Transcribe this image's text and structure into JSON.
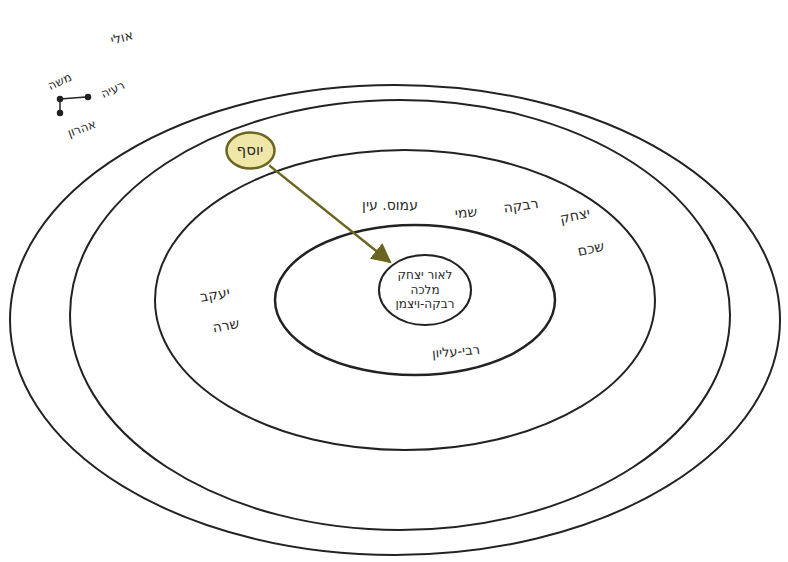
{
  "diagram": {
    "nodes": [
      {
        "text": [
          "יוסף"
        ]
      },
      {
        "text": [
          "לאור יצחק",
          "מלכה",
          "רבקה-ויצמן"
        ]
      }
    ],
    "edges": [
      {
        "from": 0,
        "to": 1,
        "arrow": "to"
      }
    ],
    "labels": [
      "אולי",
      "משה",
      "רעיה",
      "אהרון",
      "יצחק",
      "רבקה",
      "שמי",
      "שכם",
      "עמוס. עין",
      "יעקב",
      "שרה",
      "רבי-עליון"
    ]
  }
}
